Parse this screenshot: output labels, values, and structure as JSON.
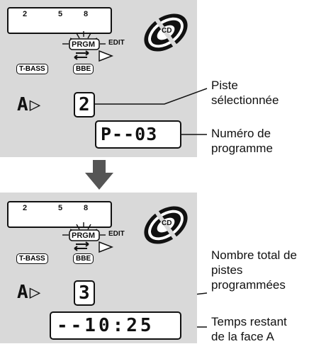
{
  "panels": [
    {
      "track_numbers": [
        "2",
        "5",
        "8"
      ],
      "prgm_label": "PRGM",
      "edit_label": "EDIT",
      "cd_label": "CD",
      "tbass_label": "T-BASS",
      "bbe_label": "BBE",
      "side_indicator": "A▷",
      "small_display": "2",
      "large_display": "P--03"
    },
    {
      "track_numbers": [
        "2",
        "5",
        "8"
      ],
      "prgm_label": "PRGM",
      "edit_label": "EDIT",
      "cd_label": "CD",
      "tbass_label": "T-BASS",
      "bbe_label": "BBE",
      "side_indicator": "A▷",
      "small_display": "3",
      "large_display": "--10:25"
    }
  ],
  "callouts": {
    "selected_track": [
      "Piste",
      "sélectionnée"
    ],
    "program_number": [
      "Numéro de",
      "programme"
    ],
    "total_tracks": [
      "Nombre total de",
      "pistes",
      "programmées"
    ],
    "remaining_time": [
      "Temps restant",
      "de la face A"
    ]
  },
  "colors": {
    "panel": "#d9d9d9",
    "arrow": "#555555",
    "line": "#111111"
  }
}
